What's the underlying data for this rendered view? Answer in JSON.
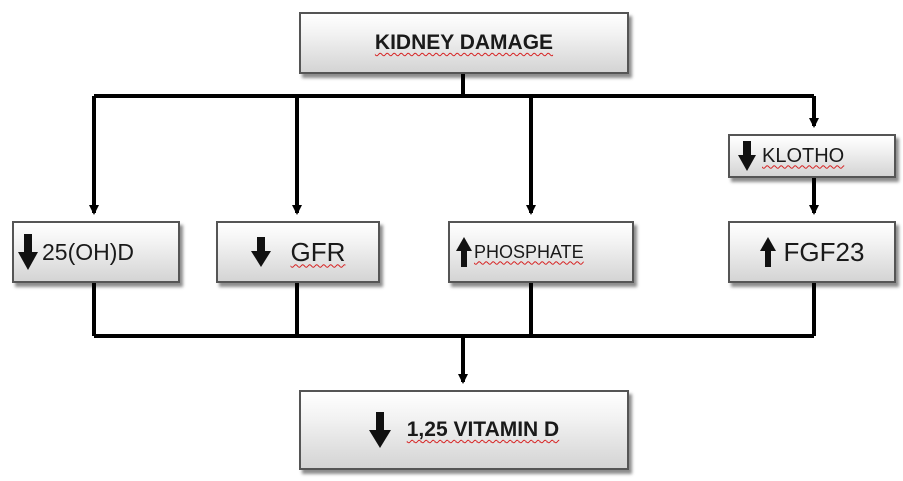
{
  "nodes": {
    "kidney_damage": {
      "text": "KIDNEY DAMAGE"
    },
    "ohd": {
      "prefix": "",
      "text": "25(OH)D",
      "direction": "down"
    },
    "gfr": {
      "text": "GFR",
      "direction": "down"
    },
    "phosphate": {
      "text": "PHOSPHATE",
      "direction": "up"
    },
    "klotho": {
      "text": "KLOTHO",
      "direction": "down"
    },
    "fgf23": {
      "text": "FGF23",
      "direction": "up"
    },
    "vitamin_d": {
      "text": "1,25 VITAMIN D",
      "direction": "down"
    }
  },
  "colors": {
    "line": "#000000",
    "node_border": "#555555",
    "spellcheck_underline": "#d62020"
  }
}
